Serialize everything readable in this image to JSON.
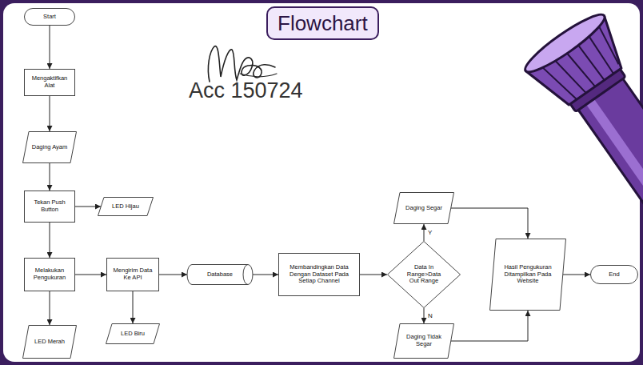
{
  "diagram": {
    "title": "Flowchart",
    "nodes": [
      {
        "text": [
          "Start"
        ]
      },
      {
        "text": [
          "Mengaktifkan Alat"
        ]
      },
      {
        "text": [
          "Daging Ayam"
        ]
      },
      {
        "text": [
          "Tekan Push Button"
        ]
      },
      {
        "text": [
          "LED Hijau"
        ]
      },
      {
        "text": [
          "Melakukan Pengukuran"
        ]
      },
      {
        "text": [
          "LED Merah"
        ]
      },
      {
        "text": [
          "Mengirim Data Ke API"
        ]
      },
      {
        "text": [
          "LED Biru"
        ]
      },
      {
        "text": [
          "Database"
        ]
      },
      {
        "text": [
          "Membandingkan Data Dengan Dataset Pada Setiap Channel"
        ]
      },
      {
        "text": [
          "Data In Range>Data Out Range"
        ]
      },
      {
        "text": [
          "Daging Segar"
        ]
      },
      {
        "text": [
          "Daging Tidak Segar"
        ]
      },
      {
        "text": [
          "Hasil Pengukuran Ditampilkan Pada Website"
        ]
      },
      {
        "text": [
          "End"
        ]
      }
    ],
    "edges": [
      {
        "from": 0,
        "to": 1,
        "arrow": "to"
      },
      {
        "from": 1,
        "to": 2,
        "arrow": "to"
      },
      {
        "from": 2,
        "to": 3,
        "arrow": "to"
      },
      {
        "from": 3,
        "to": 4,
        "arrow": "to"
      },
      {
        "from": 3,
        "to": 5,
        "arrow": "to"
      },
      {
        "from": 5,
        "to": 6,
        "arrow": "to"
      },
      {
        "from": 5,
        "to": 7,
        "arrow": "to"
      },
      {
        "from": 7,
        "to": 8,
        "arrow": "to"
      },
      {
        "from": 7,
        "to": 9,
        "arrow": "to"
      },
      {
        "from": 9,
        "to": 10,
        "arrow": "to"
      },
      {
        "from": 10,
        "to": 11,
        "arrow": "to"
      },
      {
        "from": 11,
        "to": 12,
        "label": "Y",
        "arrow": "to"
      },
      {
        "from": 11,
        "to": 13,
        "label": "N",
        "arrow": "to"
      },
      {
        "from": 12,
        "to": 14,
        "arrow": "to"
      },
      {
        "from": 13,
        "to": 14,
        "arrow": "to"
      },
      {
        "from": 14,
        "to": 15,
        "arrow": "to"
      }
    ],
    "labels": [
      "Acc 150724"
    ]
  }
}
